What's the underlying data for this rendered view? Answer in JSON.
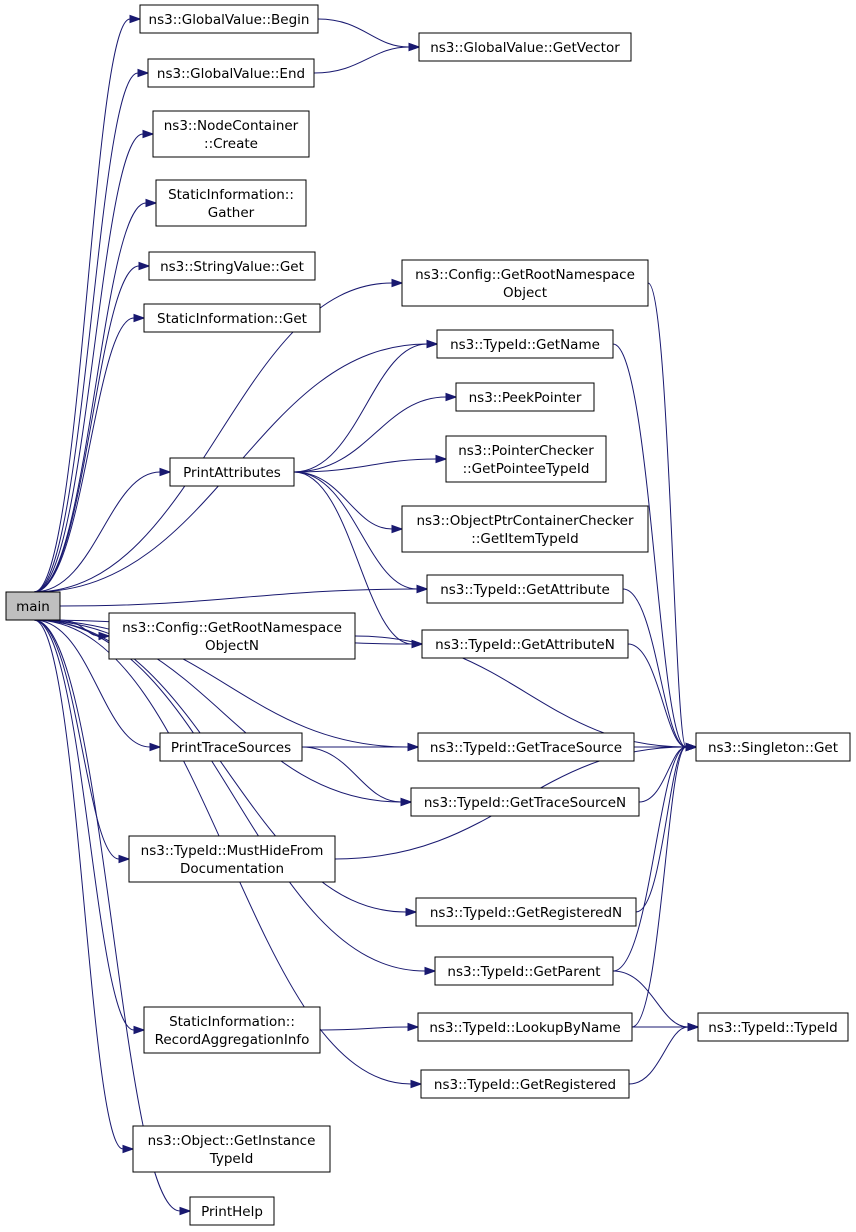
{
  "colors": {
    "edge": "#191970",
    "root_fill": "#bfbfbf",
    "node_fill": "#ffffff",
    "border": "#000000"
  },
  "nodes": [
    {
      "id": "main",
      "lines": [
        "main"
      ],
      "root": true
    },
    {
      "id": "gv_begin",
      "lines": [
        "ns3::GlobalValue::Begin"
      ]
    },
    {
      "id": "gv_end",
      "lines": [
        "ns3::GlobalValue::End"
      ]
    },
    {
      "id": "gv_getvector",
      "lines": [
        "ns3::GlobalValue::GetVector"
      ]
    },
    {
      "id": "nc_create",
      "lines": [
        "ns3::NodeContainer",
        "::Create"
      ]
    },
    {
      "id": "si_gather",
      "lines": [
        "StaticInformation::",
        "Gather"
      ]
    },
    {
      "id": "sv_get",
      "lines": [
        "ns3::StringValue::Get"
      ]
    },
    {
      "id": "si_get",
      "lines": [
        "StaticInformation::Get"
      ]
    },
    {
      "id": "cfg_rootns",
      "lines": [
        "ns3::Config::GetRootNamespace",
        "Object"
      ]
    },
    {
      "id": "tid_getname",
      "lines": [
        "ns3::TypeId::GetName"
      ]
    },
    {
      "id": "peekpointer",
      "lines": [
        "ns3::PeekPointer"
      ]
    },
    {
      "id": "pc_pointee",
      "lines": [
        "ns3::PointerChecker",
        "::GetPointeeTypeId"
      ]
    },
    {
      "id": "printattributes",
      "lines": [
        "PrintAttributes"
      ]
    },
    {
      "id": "opcc_item",
      "lines": [
        "ns3::ObjectPtrContainerChecker",
        "::GetItemTypeId"
      ]
    },
    {
      "id": "tid_getattribute",
      "lines": [
        "ns3::TypeId::GetAttribute"
      ]
    },
    {
      "id": "tid_getattributen",
      "lines": [
        "ns3::TypeId::GetAttributeN"
      ]
    },
    {
      "id": "cfg_rootnsn",
      "lines": [
        "ns3::Config::GetRootNamespace",
        "ObjectN"
      ]
    },
    {
      "id": "printtracesources",
      "lines": [
        "PrintTraceSources"
      ]
    },
    {
      "id": "tid_gettracesource",
      "lines": [
        "ns3::TypeId::GetTraceSource"
      ]
    },
    {
      "id": "singleton_get",
      "lines": [
        "ns3::Singleton::Get"
      ]
    },
    {
      "id": "tid_gettracesourcen",
      "lines": [
        "ns3::TypeId::GetTraceSourceN"
      ]
    },
    {
      "id": "tid_musthide",
      "lines": [
        "ns3::TypeId::MustHideFrom",
        "Documentation"
      ]
    },
    {
      "id": "tid_getregisteredn",
      "lines": [
        "ns3::TypeId::GetRegisteredN"
      ]
    },
    {
      "id": "tid_getparent",
      "lines": [
        "ns3::TypeId::GetParent"
      ]
    },
    {
      "id": "si_recordagg",
      "lines": [
        "StaticInformation::",
        "RecordAggregationInfo"
      ]
    },
    {
      "id": "tid_lookupbyname",
      "lines": [
        "ns3::TypeId::LookupByName"
      ]
    },
    {
      "id": "tid_typeid",
      "lines": [
        "ns3::TypeId::TypeId"
      ]
    },
    {
      "id": "tid_getregistered",
      "lines": [
        "ns3::TypeId::GetRegistered"
      ]
    },
    {
      "id": "obj_getinstance",
      "lines": [
        "ns3::Object::GetInstance",
        "TypeId"
      ]
    },
    {
      "id": "printhelp",
      "lines": [
        "PrintHelp"
      ]
    }
  ],
  "edges": [
    [
      "main",
      "gv_begin"
    ],
    [
      "main",
      "gv_end"
    ],
    [
      "main",
      "nc_create"
    ],
    [
      "main",
      "si_gather"
    ],
    [
      "main",
      "sv_get"
    ],
    [
      "main",
      "si_get"
    ],
    [
      "main",
      "cfg_rootns"
    ],
    [
      "main",
      "tid_getname"
    ],
    [
      "main",
      "printattributes"
    ],
    [
      "main",
      "tid_getattribute"
    ],
    [
      "main",
      "tid_getattributen"
    ],
    [
      "main",
      "cfg_rootnsn"
    ],
    [
      "main",
      "printtracesources"
    ],
    [
      "main",
      "tid_gettracesource"
    ],
    [
      "main",
      "tid_gettracesourcen"
    ],
    [
      "main",
      "tid_musthide"
    ],
    [
      "main",
      "tid_getregisteredn"
    ],
    [
      "main",
      "tid_getparent"
    ],
    [
      "main",
      "si_recordagg"
    ],
    [
      "main",
      "tid_getregistered"
    ],
    [
      "main",
      "obj_getinstance"
    ],
    [
      "main",
      "printhelp"
    ],
    [
      "gv_begin",
      "gv_getvector"
    ],
    [
      "gv_end",
      "gv_getvector"
    ],
    [
      "cfg_rootns",
      "singleton_get"
    ],
    [
      "tid_getname",
      "singleton_get"
    ],
    [
      "printattributes",
      "tid_getname"
    ],
    [
      "printattributes",
      "peekpointer"
    ],
    [
      "printattributes",
      "pc_pointee"
    ],
    [
      "printattributes",
      "opcc_item"
    ],
    [
      "printattributes",
      "tid_getattribute"
    ],
    [
      "printattributes",
      "tid_getattributen"
    ],
    [
      "tid_getattribute",
      "singleton_get"
    ],
    [
      "tid_getattributen",
      "singleton_get"
    ],
    [
      "cfg_rootnsn",
      "singleton_get"
    ],
    [
      "printtracesources",
      "tid_gettracesource"
    ],
    [
      "printtracesources",
      "tid_gettracesourcen"
    ],
    [
      "tid_gettracesource",
      "singleton_get"
    ],
    [
      "tid_gettracesourcen",
      "singleton_get"
    ],
    [
      "tid_musthide",
      "singleton_get"
    ],
    [
      "tid_getregisteredn",
      "singleton_get"
    ],
    [
      "tid_getparent",
      "singleton_get"
    ],
    [
      "tid_getparent",
      "tid_typeid"
    ],
    [
      "si_recordagg",
      "tid_lookupbyname"
    ],
    [
      "tid_lookupbyname",
      "singleton_get"
    ],
    [
      "tid_lookupbyname",
      "tid_typeid"
    ],
    [
      "tid_getregistered",
      "tid_typeid"
    ]
  ]
}
